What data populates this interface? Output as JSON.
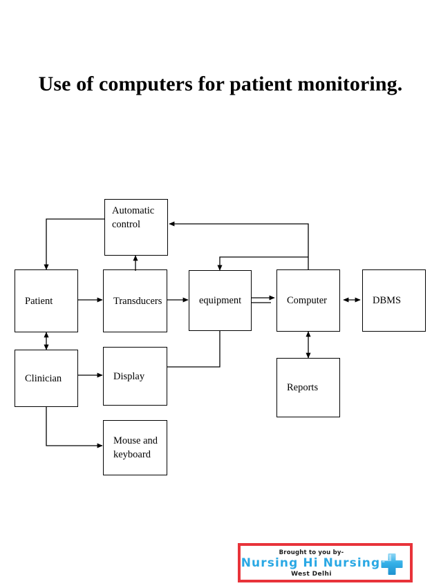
{
  "slide": {
    "title": "Use of computers for patient monitoring."
  },
  "diagram": {
    "type": "block-flow-diagram",
    "nodes": [
      {
        "id": "automatic-control",
        "label": "Automatic control"
      },
      {
        "id": "patient",
        "label": "Patient"
      },
      {
        "id": "transducers",
        "label": "Transducers"
      },
      {
        "id": "equipment",
        "label": "equipment"
      },
      {
        "id": "computer",
        "label": "Computer"
      },
      {
        "id": "dbms",
        "label": "DBMS"
      },
      {
        "id": "clinician",
        "label": "Clinician"
      },
      {
        "id": "display",
        "label": "Display"
      },
      {
        "id": "reports",
        "label": "Reports"
      },
      {
        "id": "mouse-and-keyboard",
        "label": "Mouse and keyboard"
      }
    ],
    "edges": [
      {
        "from": "automatic-control",
        "to": "patient",
        "direction": "one-way"
      },
      {
        "from": "patient",
        "to": "transducers",
        "direction": "one-way"
      },
      {
        "from": "transducers",
        "to": "automatic-control",
        "direction": "one-way"
      },
      {
        "from": "transducers",
        "to": "equipment",
        "direction": "one-way"
      },
      {
        "from": "equipment",
        "to": "computer",
        "direction": "one-way"
      },
      {
        "from": "computer",
        "to": "dbms",
        "direction": "two-way"
      },
      {
        "from": "computer",
        "to": "automatic-control",
        "direction": "one-way"
      },
      {
        "from": "computer",
        "to": "equipment",
        "direction": "one-way"
      },
      {
        "from": "computer",
        "to": "reports",
        "direction": "two-way"
      },
      {
        "from": "patient",
        "to": "clinician",
        "direction": "two-way"
      },
      {
        "from": "clinician",
        "to": "display",
        "direction": "one-way"
      },
      {
        "from": "clinician",
        "to": "mouse-and-keyboard",
        "direction": "one-way"
      },
      {
        "from": "equipment",
        "to": "display",
        "direction": "one-way"
      }
    ],
    "stroke_color": "#000000"
  },
  "logo": {
    "line1": "Brought to you by-",
    "line2": "Nursing Hi Nursing",
    "line3": "West Delhi",
    "border_color": "#e8333a",
    "brand_color": "#2aa8e4",
    "icon": "medical-cross-icon"
  }
}
